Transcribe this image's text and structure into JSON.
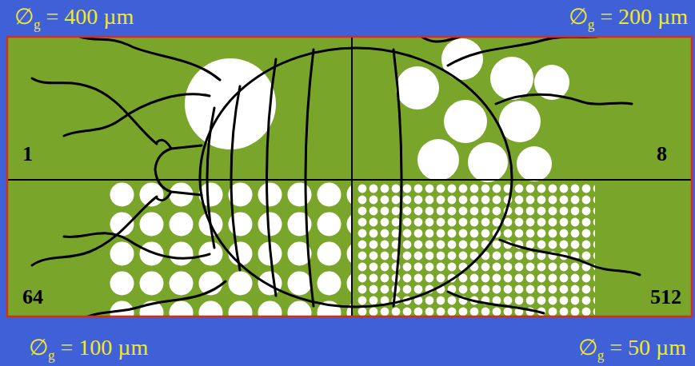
{
  "diagram": {
    "nodes": [
      {
        "text": [
          "∅g = 400 µm",
          "1"
        ]
      },
      {
        "text": [
          "∅g = 200 µm",
          "8"
        ]
      },
      {
        "text": [
          "∅g = 100 µm",
          "64"
        ]
      },
      {
        "text": [
          "∅g = 50 µm",
          "512"
        ]
      }
    ]
  }
}
